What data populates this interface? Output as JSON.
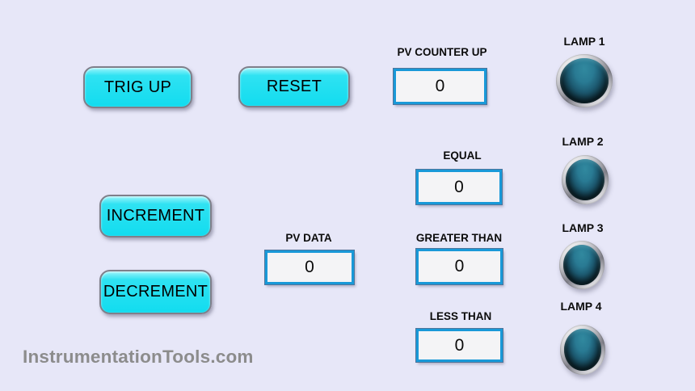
{
  "panel": {
    "background_color": "#e7e7f8",
    "button_color": "#12dcef",
    "display_border_color": "#1999d8",
    "lamp_off_color": "#1d5a71",
    "lamp_ring_color": "#c2c2c8"
  },
  "buttons": {
    "trig_up": "TRIG UP",
    "reset": "RESET",
    "increment": "INCREMENT",
    "decrement": "DECREMENT"
  },
  "displays": {
    "pv_counter_up": {
      "label": "PV COUNTER UP",
      "value": "0"
    },
    "equal": {
      "label": "EQUAL",
      "value": "0"
    },
    "pv_data": {
      "label": "PV DATA",
      "value": "0"
    },
    "greater_than": {
      "label": "GREATER THAN",
      "value": "0"
    },
    "less_than": {
      "label": "LESS THAN",
      "value": "0"
    }
  },
  "lamps": [
    {
      "label": "LAMP 1",
      "state": "off"
    },
    {
      "label": "LAMP 2",
      "state": "off"
    },
    {
      "label": "LAMP 3",
      "state": "off"
    },
    {
      "label": "LAMP 4",
      "state": "off"
    }
  ],
  "watermark": "InstrumentationTools.com"
}
